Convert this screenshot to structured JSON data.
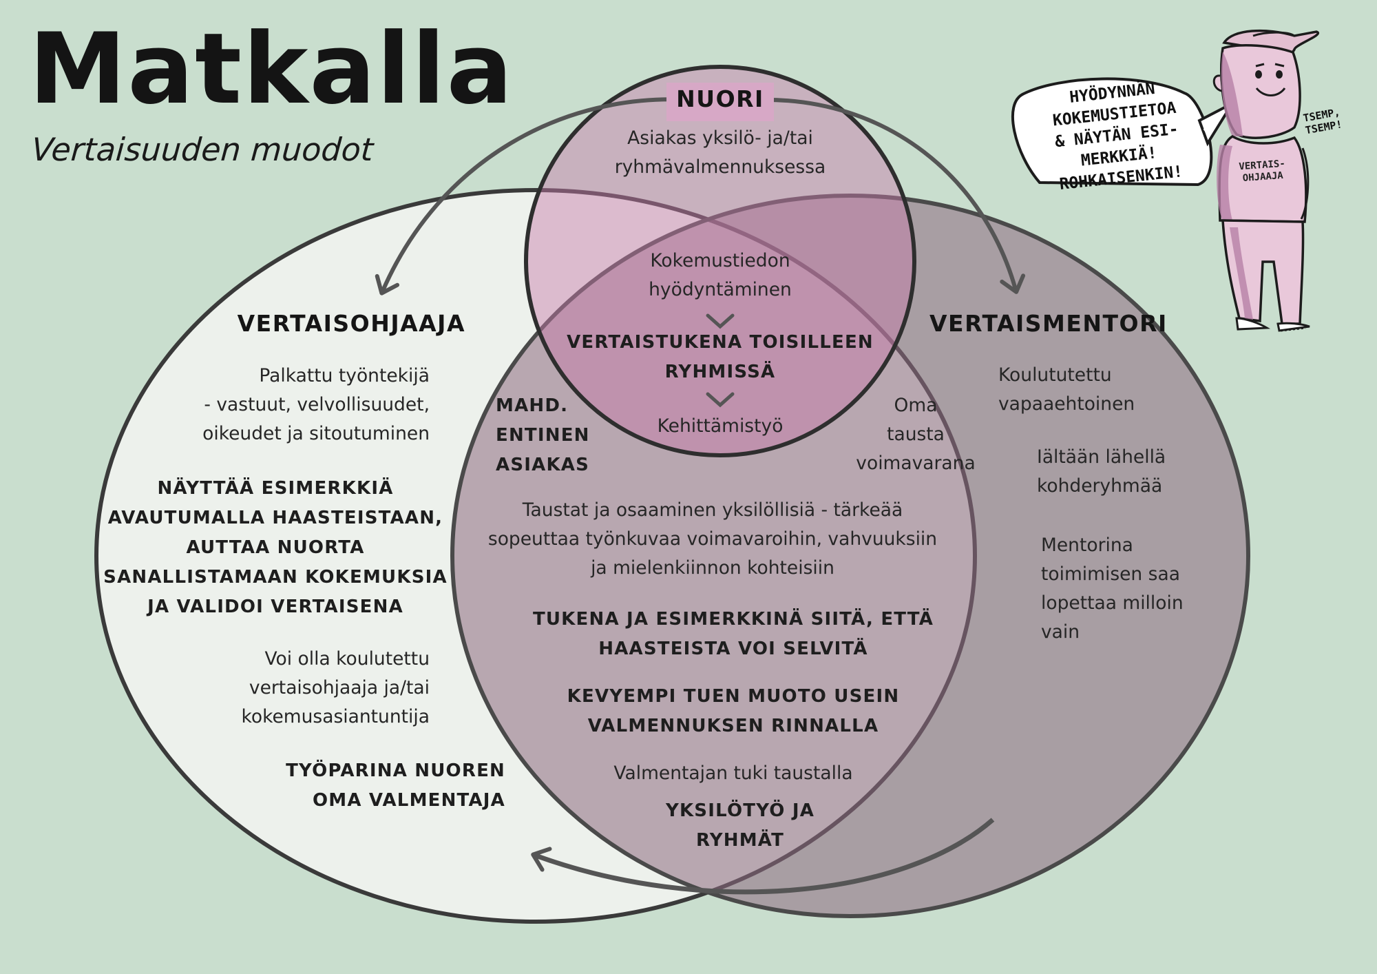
{
  "header": {
    "title": "Matkalla",
    "subtitle": "Vertaisuuden muodot"
  },
  "colors": {
    "background": "#c9dece",
    "left_circle_fill": "#edf1ec",
    "right_circle_fill": "#bea9b6",
    "top_circle_fill": "#d7a8c6",
    "outline": "#3a3a3a"
  },
  "nuori": {
    "heading": "NUORI",
    "description": "Asiakas yksilö- ja/tai\nryhmävalmennuksessa",
    "step1": "Kokemustiedon\nhyödyntäminen",
    "step2": "VERTAISTUKENA TOISILLEEN\nRYHMISSÄ",
    "step3": "Kehittämistyö"
  },
  "vertaisohjaaja": {
    "heading": "VERTAISOHJAAJA",
    "paid": "Palkattu työntekijä\n- vastuut, velvollisuudet,\noikeudet ja sitoutuminen",
    "example": "NÄYTTÄÄ ESIMERKKIÄ\nAVAUTUMALLA HAASTEISTAAN,\nAUTTAA NUORTA\nSANALLISTAMAAN KOKEMUKSIA\nJA VALIDOI VERTAISENA",
    "trained": "Voi olla koulutettu\nvertaisohjaaja ja/tai\nkokemusasiantuntija",
    "pair": "TYÖPARINA NUOREN\nOMA VALMENTAJA"
  },
  "vertaismentori": {
    "heading": "VERTAISMENTORI",
    "trained": "Koulututettu\nvapaaehtoinen",
    "age": "Iältään lähellä\nkohderyhmää",
    "quit": "Mentorina\ntoimimisen saa\nlopettaa milloin\nvain"
  },
  "shared": {
    "former_client": "MAHD.\nENTINEN\nASIAKAS",
    "own_background": "Oma\ntausta\nvoimavarana",
    "backgrounds": "Taustat ja osaaminen yksilöllisiä - tärkeää\nsopeuttaa työnkuvaa voimavaroihin, vahvuuksiin\nja mielenkiinnon kohteisiin",
    "support_example": "TUKENA JA ESIMERKKINÄ SIITÄ, ETTÄ\nHAASTEISTA VOI SELVITÄ",
    "lighter_support": "KEVYEMPI TUEN MUOTO USEIN\nVALMENNUKSEN RINNALLA",
    "coach_support": "Valmentajan tuki taustalla",
    "work_modes": "YKSILÖTYÖ JA\nRYHMÄT"
  },
  "character": {
    "speech": "HYÖDYNNÄN\nKOKEMUSTIETOA\n& NÄYTÄN ESI-\nMERKKIÄ!\nROHKAISENKIN!",
    "tsemp": "TSEMP,\nTSEMP!",
    "shirt_text": "VERTAIS-\nOHJAAJA"
  }
}
